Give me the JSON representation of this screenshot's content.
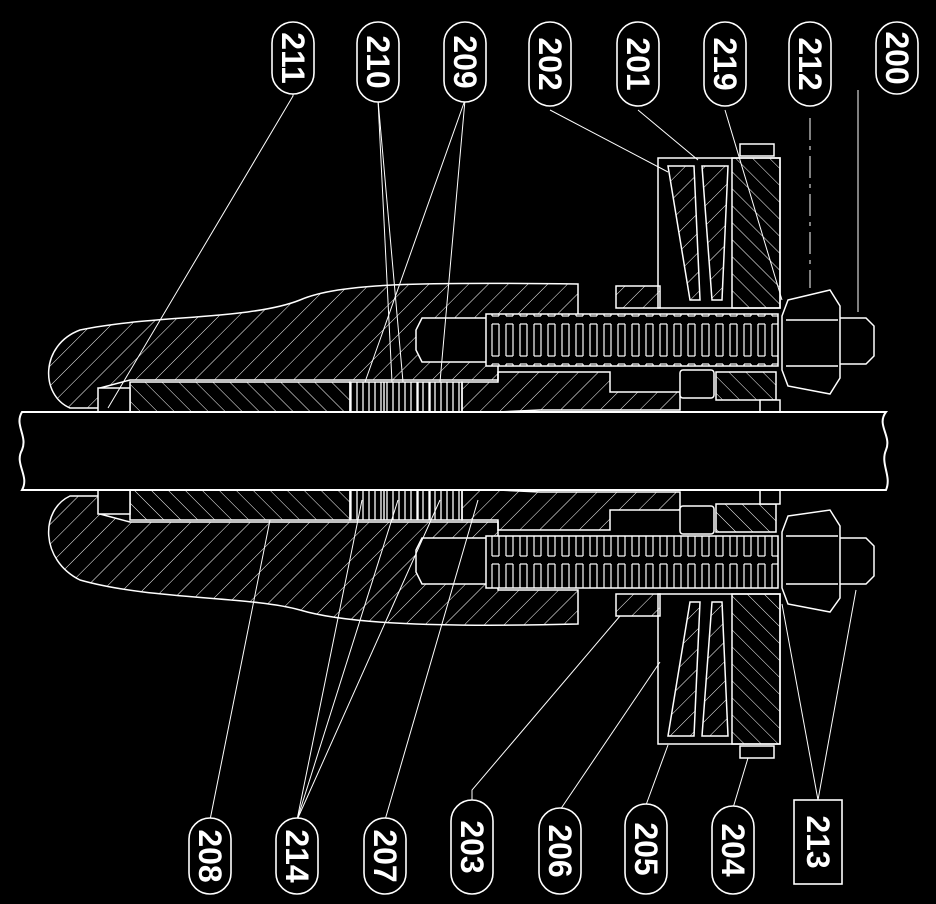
{
  "top_labels": [
    "211",
    "210",
    "209",
    "202",
    "201",
    "219",
    "212",
    "200"
  ],
  "bottom_labels": [
    "208",
    "214",
    "207",
    "203",
    "206",
    "205",
    "204",
    "213"
  ],
  "colors": {
    "background": "#000000",
    "line": "#ffffff"
  }
}
